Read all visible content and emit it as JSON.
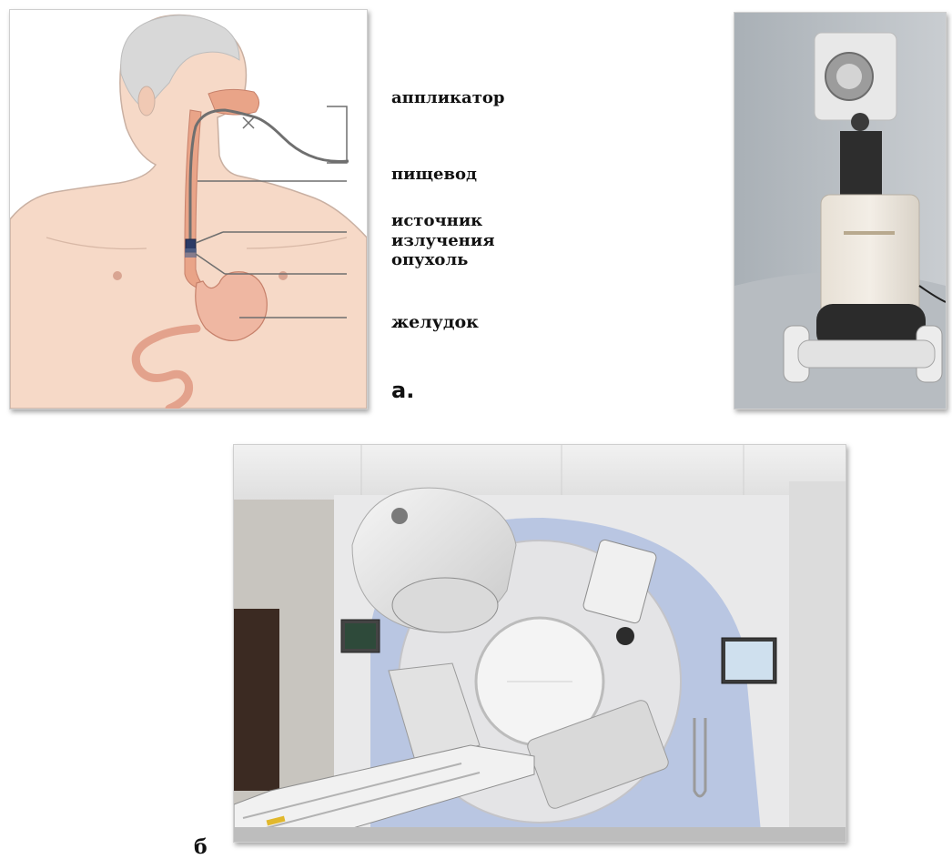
{
  "figure": {
    "panel_a": {
      "labels": {
        "applicator": "аппликатор",
        "esophagus": "пищевод",
        "radiation_source_line1": "источник",
        "radiation_source_line2": "излучения",
        "tumor": "опухоль",
        "stomach": "желудок"
      },
      "letter": "а."
    },
    "panel_b": {
      "letter": "б"
    }
  },
  "colors": {
    "skin": "#f6d9c7",
    "skin_outline": "#c9b0a2",
    "hair": "#d8d8d8",
    "esophagus": "#e9a488",
    "leader_line": "#6f6f6f",
    "panel_shadow": "#8a8a8a",
    "stomach": "#efb7a2",
    "machine_white": "#efefef",
    "wall_blue": "#b9c6e2"
  }
}
